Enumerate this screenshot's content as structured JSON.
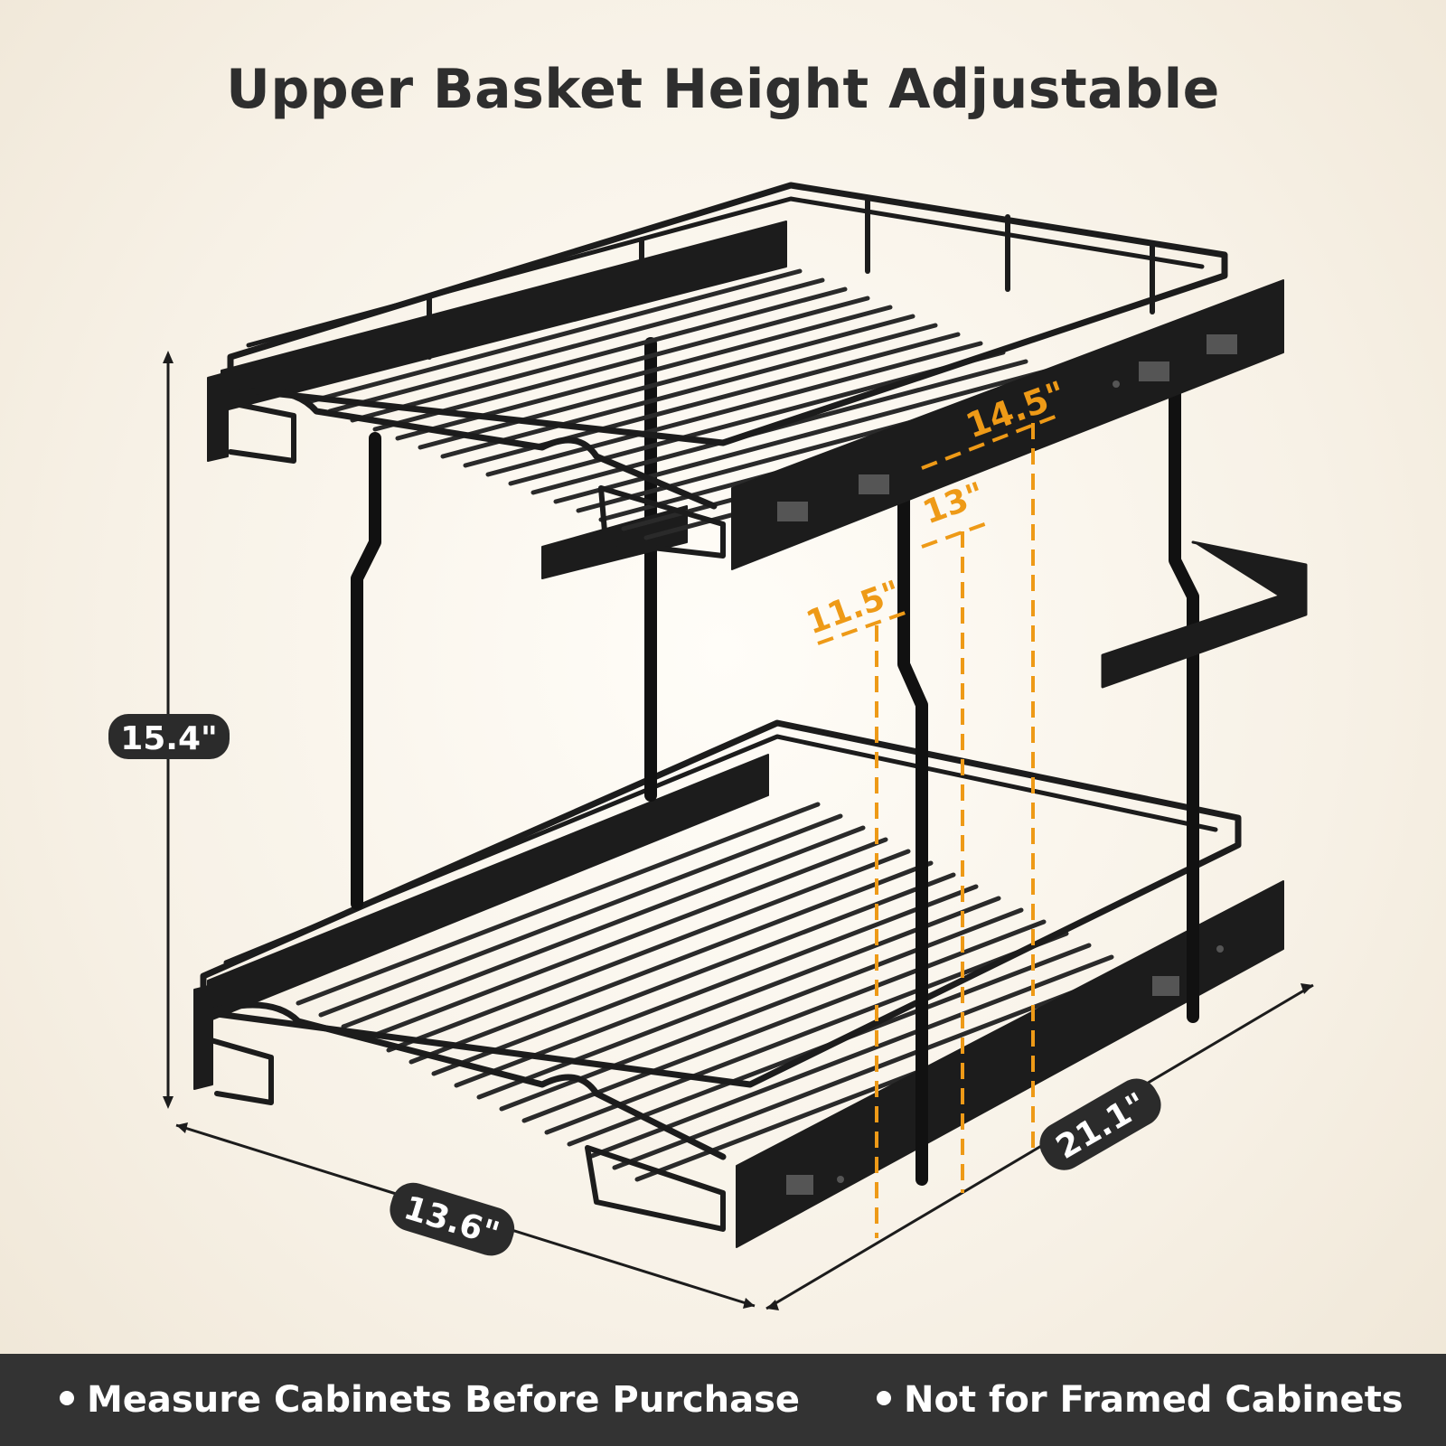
{
  "title": "Upper Basket Height Adjustable",
  "dimensions": {
    "height": "15.4\"",
    "width": "13.6\"",
    "depth": "21.1\"",
    "upper_height_options": [
      "14.5\"",
      "13\"",
      "11.5\""
    ]
  },
  "footer": {
    "notes": [
      "Measure Cabinets Before Purchase",
      "Not for Framed Cabinets"
    ]
  },
  "colors": {
    "accent": "#ee9a17",
    "frame": "#1c1c1c",
    "footer_bg": "#333333",
    "pill_bg": "#2b2b2b"
  }
}
